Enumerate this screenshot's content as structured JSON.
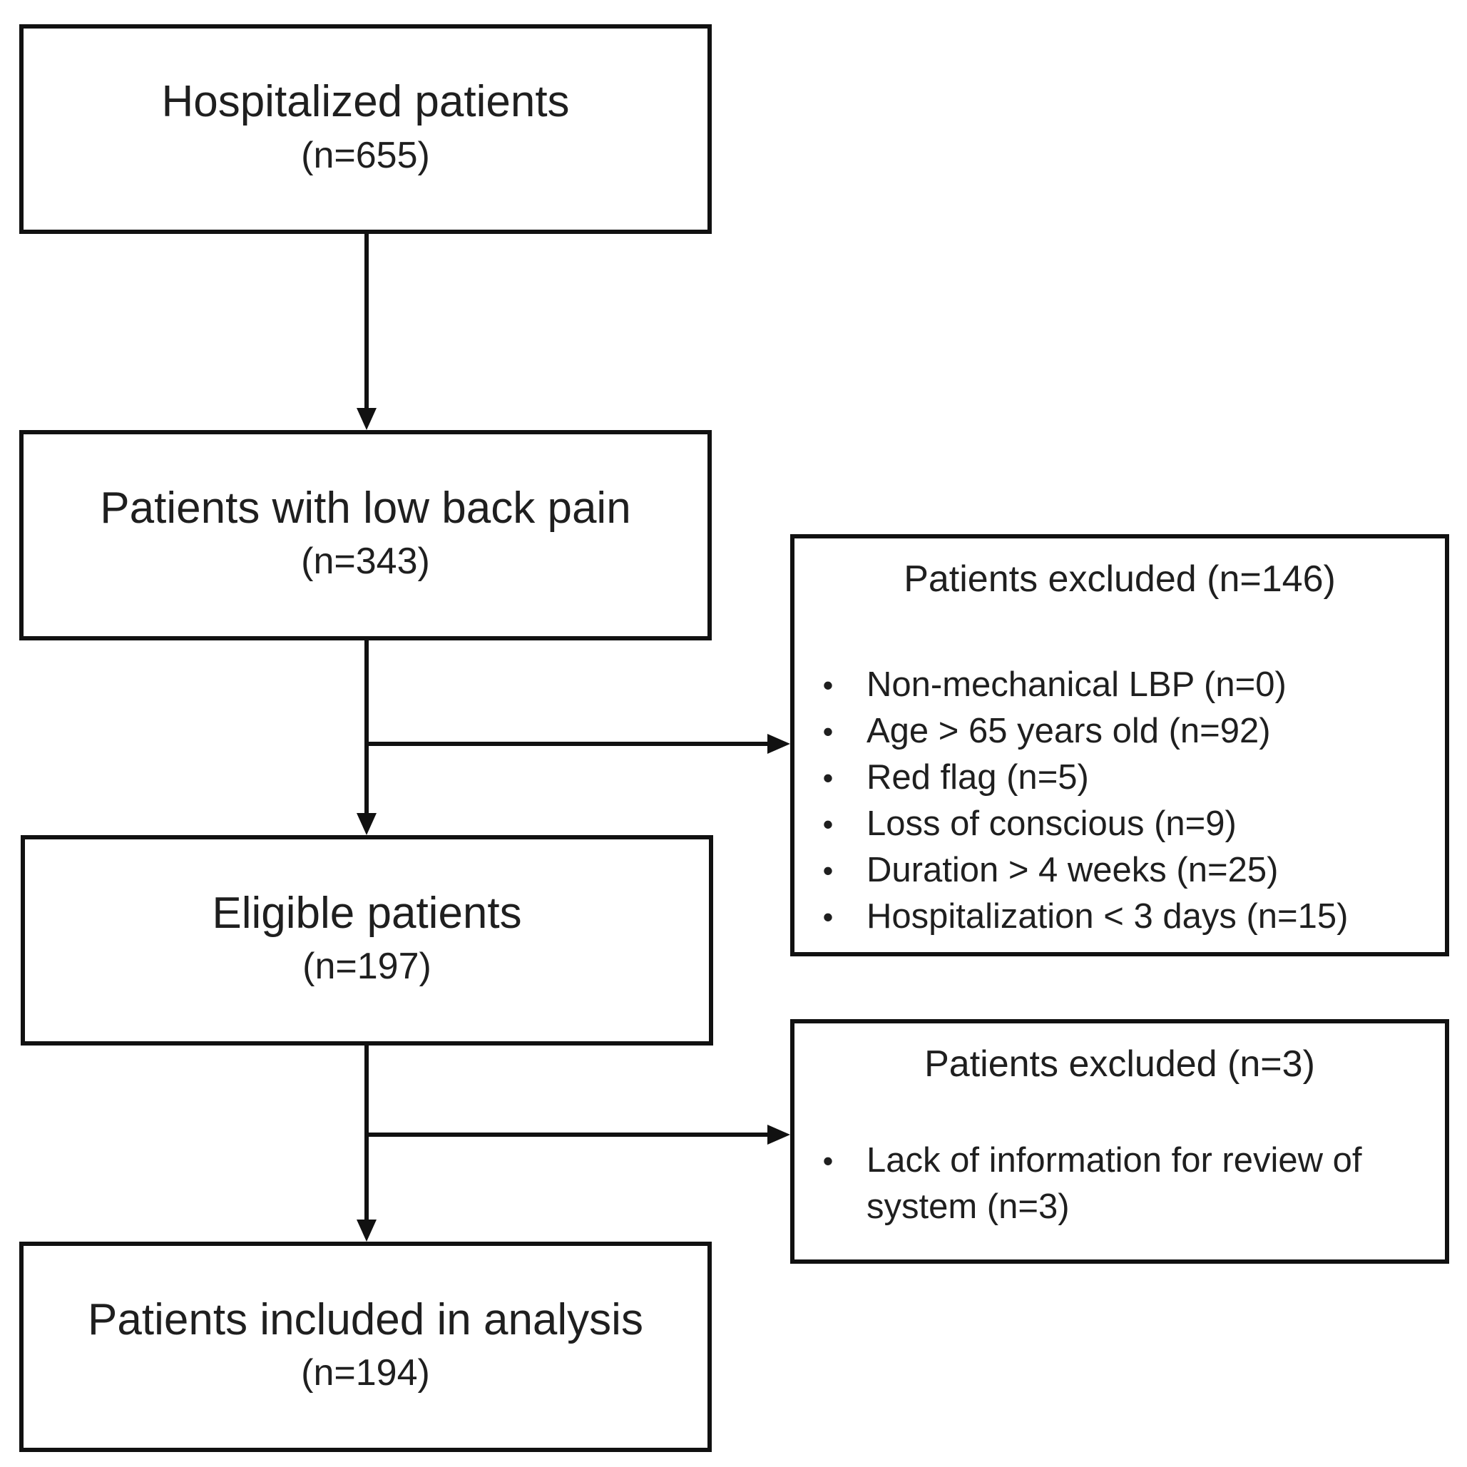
{
  "flow": {
    "hospitalized": {
      "title": "Hospitalized patients",
      "count": "(n=655)"
    },
    "low_back_pain": {
      "title": "Patients with low back pain",
      "count": "(n=343)"
    },
    "eligible": {
      "title": "Eligible patients",
      "count": "(n=197)"
    },
    "included": {
      "title": "Patients included in analysis",
      "count": "(n=194)"
    }
  },
  "exclusions": {
    "first": {
      "title": "Patients excluded (n=146)",
      "bullet": "•",
      "reasons": [
        "Non-mechanical LBP (n=0)",
        "Age > 65 years old  (n=92)",
        "Red flag (n=5)",
        "Loss of conscious (n=9)",
        "Duration > 4 weeks (n=25)",
        "Hospitalization < 3 days (n=15)"
      ]
    },
    "second": {
      "title": "Patients excluded (n=3)",
      "bullet": "•",
      "reasons": [
        "Lack of information for review of system (n=3)"
      ]
    }
  },
  "colors": {
    "line": "#111111",
    "text": "#1f1f1f",
    "background": "#ffffff"
  }
}
